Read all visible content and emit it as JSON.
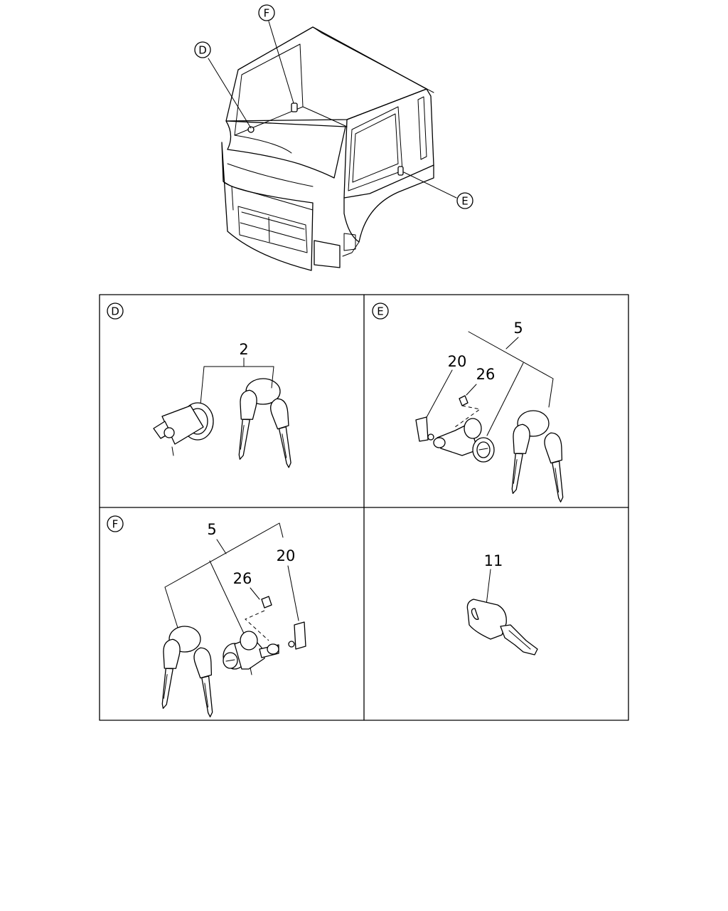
{
  "overview": {
    "callouts": [
      "D",
      "F",
      "E"
    ]
  },
  "panels": [
    {
      "id": "D",
      "label": "D",
      "parts": [
        "2"
      ]
    },
    {
      "id": "E",
      "label": "E",
      "parts": [
        "5",
        "20",
        "26"
      ]
    },
    {
      "id": "F",
      "label": "F",
      "parts": [
        "5",
        "26",
        "20"
      ]
    },
    {
      "id": "key",
      "label": "",
      "parts": [
        "11"
      ]
    }
  ]
}
